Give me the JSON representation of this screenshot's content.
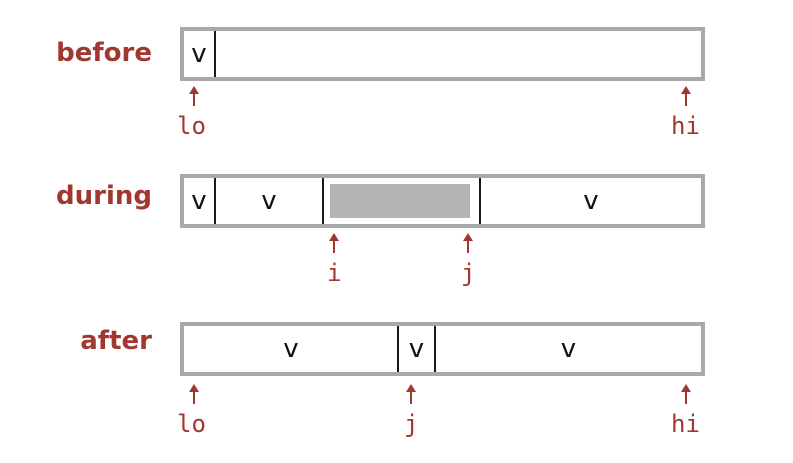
{
  "rows": {
    "before": {
      "label": "before",
      "cells": [
        "v"
      ],
      "pointers": {
        "lo": "lo",
        "hi": "hi"
      }
    },
    "during": {
      "label": "during",
      "cells": [
        "v",
        "v",
        "v"
      ],
      "pointers": {
        "i": "i",
        "j": "j"
      }
    },
    "after": {
      "label": "after",
      "cells": [
        "v",
        "v",
        "v"
      ],
      "pointers": {
        "lo": "lo",
        "j": "j",
        "hi": "hi"
      }
    }
  },
  "colors": {
    "label": "#a0382f",
    "box_border": "#a9a9a9",
    "unknown_region": "#b3b3b3",
    "divider": "#1a1a1a"
  }
}
